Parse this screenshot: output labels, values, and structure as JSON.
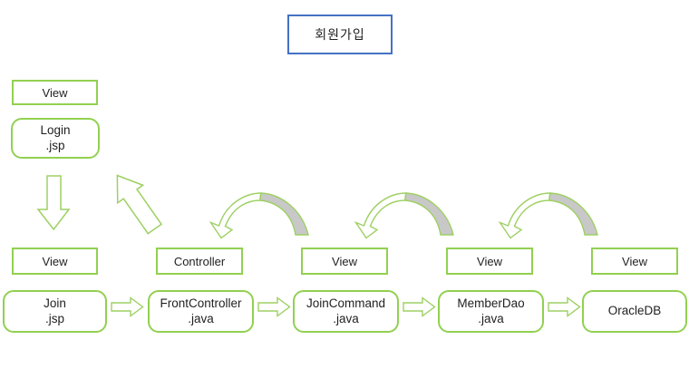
{
  "title": {
    "label": "회원가입"
  },
  "left": {
    "view_label": "View",
    "box": {
      "line1": "Login",
      "line2": ".jsp"
    }
  },
  "flow": {
    "labels": [
      "View",
      "Controller",
      "View",
      "View",
      "View"
    ],
    "boxes": [
      {
        "line1": "Join",
        "line2": ".jsp"
      },
      {
        "line1": "FrontController",
        "line2": ".java"
      },
      {
        "line1": "JoinCommand",
        "line2": ".java"
      },
      {
        "line1": "MemberDao",
        "line2": ".java"
      },
      {
        "line1": "OracleDB",
        "line2": ""
      }
    ]
  },
  "icons": {
    "down_arrow": "down-block-arrow",
    "up_left_arrow": "up-left-block-arrow",
    "right_arrow": "right-block-arrow",
    "curved_back_arrow": "curved-return-arrow"
  },
  "colors": {
    "title_border": "#4472C4",
    "box_border": "#92D050",
    "arrow_stroke": "#9ED063",
    "arrow_side_fill": "#C8C8C8",
    "text": "#1F1F1F",
    "background": "#FFFFFF"
  }
}
